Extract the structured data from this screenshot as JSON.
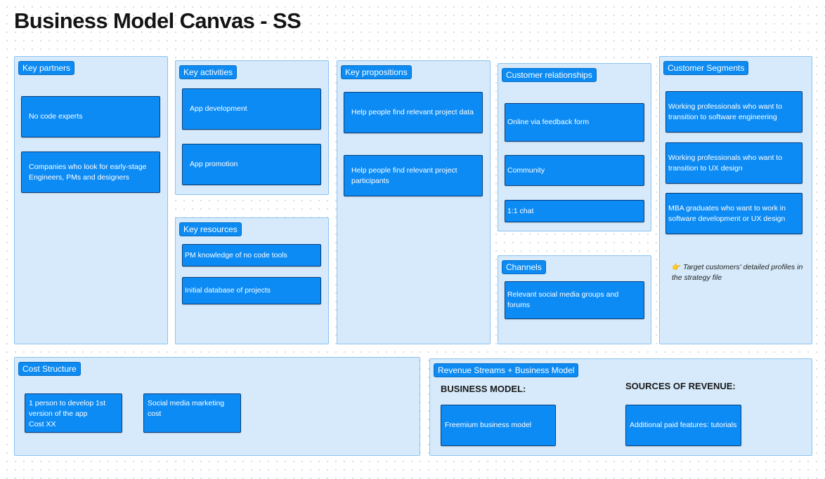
{
  "page": {
    "title": "Business Model Canvas - SS"
  },
  "sections": {
    "key_partners": {
      "label": "Key partners",
      "notes": [
        "No code experts",
        "Companies who look for early-stage Engineers, PMs and designers"
      ]
    },
    "key_activities": {
      "label": "Key activities",
      "notes": [
        "App development",
        "App promotion"
      ]
    },
    "key_resources": {
      "label": "Key resources",
      "notes": [
        "PM knowledge of no code tools",
        "Initial database of projects"
      ]
    },
    "key_propositions": {
      "label": "Key propositions",
      "notes": [
        "Help people find relevant project data",
        "Help people find relevant project participants"
      ]
    },
    "customer_relationships": {
      "label": "Customer relationships",
      "notes": [
        "Online via feedback form",
        "Community",
        "1:1 chat"
      ]
    },
    "channels": {
      "label": "Channels",
      "notes": [
        "Relevant social media groups and forums"
      ]
    },
    "customer_segments": {
      "label": "Customer Segments",
      "notes": [
        "Working professionals who want to transition to software engineering",
        "Working professionals who want to transition to UX design",
        "MBA graduates who want to work in software development or UX design"
      ],
      "hint_icon": "👉",
      "hint": "Target customers' detailed profiles in the strategy file"
    },
    "cost_structure": {
      "label": "Cost Structure",
      "note1": {
        "line1": "1 person to develop 1st",
        "line2": "version of the app",
        "line3": "Cost XX"
      },
      "note2": "Social media marketing cost"
    },
    "revenue_streams": {
      "label": "Revenue Streams + Business Model",
      "business_model_heading": "BUSINESS MODEL:",
      "sources_heading": "SOURCES OF REVENUE:",
      "business_model_note": "Freemium business model",
      "sources_note": "Additional paid features: tutorials"
    }
  },
  "colors": {
    "section_fill": "#d6eafb",
    "section_border": "#8cc3f2",
    "note_fill": "#0c8bf5",
    "tag_fill": "#0d8bf2"
  }
}
